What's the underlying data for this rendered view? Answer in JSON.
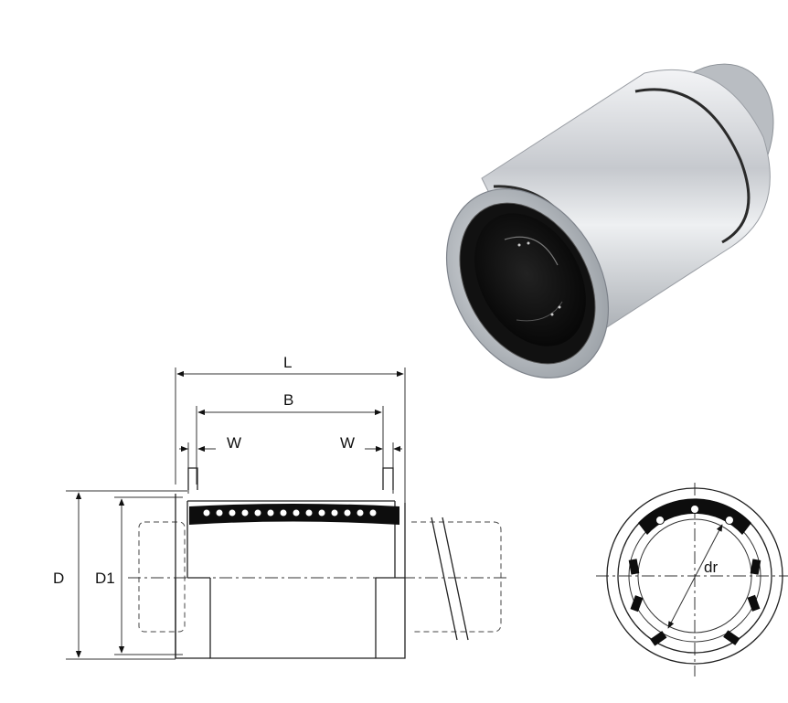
{
  "labels": {
    "length": "L",
    "ball_track": "B",
    "groove_left": "W",
    "groove_right": "W",
    "outer_diameter": "D",
    "groove_diameter": "D1",
    "inner_diameter": "dr"
  },
  "colors": {
    "line": "#222222",
    "housing_silver": "#c9ccd0",
    "bore_black": "#0d0d0d"
  }
}
